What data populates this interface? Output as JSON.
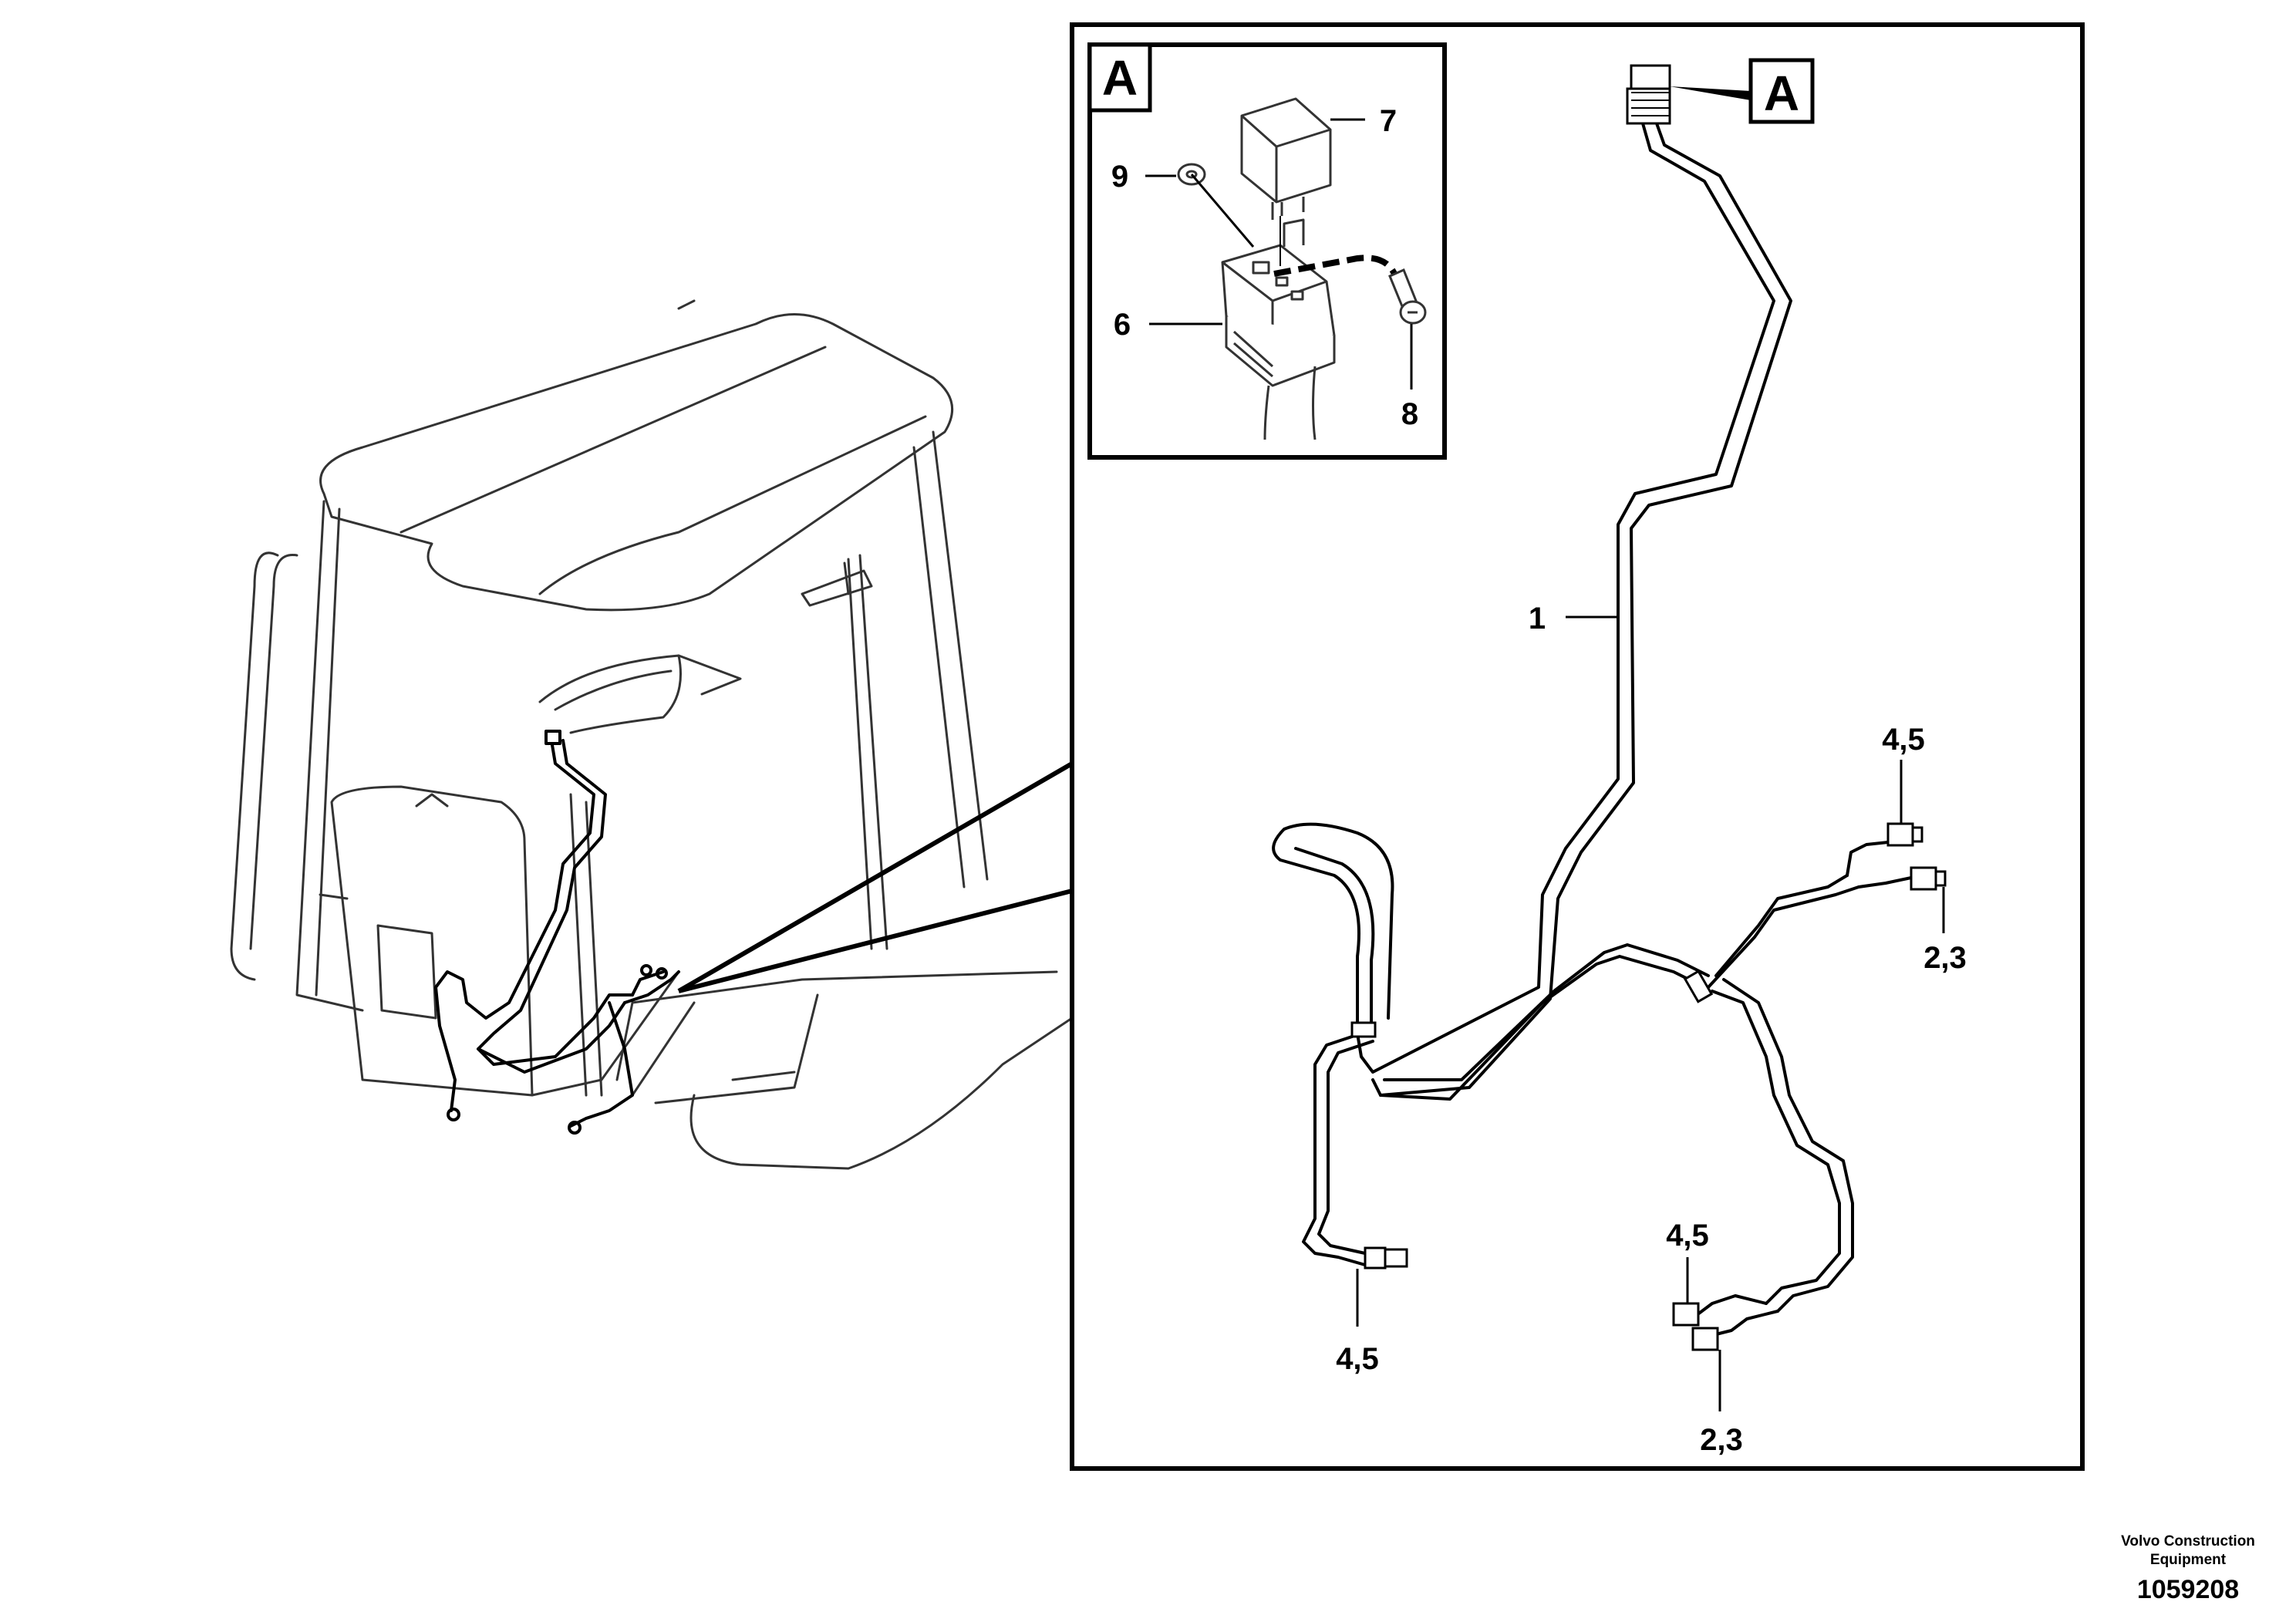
{
  "callouts": {
    "item1": "1",
    "item6": "6",
    "item7": "7",
    "item8": "8",
    "item9": "9",
    "conn_4_5_top": "4,5",
    "conn_2_3_top": "2,3",
    "conn_4_5_mid": "4,5",
    "conn_4_5_left": "4,5",
    "conn_2_3_bottom": "2,3"
  },
  "detail_view_letter": "A",
  "detail_ref_letter": "A",
  "credit": {
    "line1": "Volvo Construction",
    "line2": "Equipment"
  },
  "document_number": "1059208",
  "icons": [
    "cab-illustration",
    "wiring-harness",
    "relay",
    "relay-socket",
    "screw",
    "washer"
  ]
}
